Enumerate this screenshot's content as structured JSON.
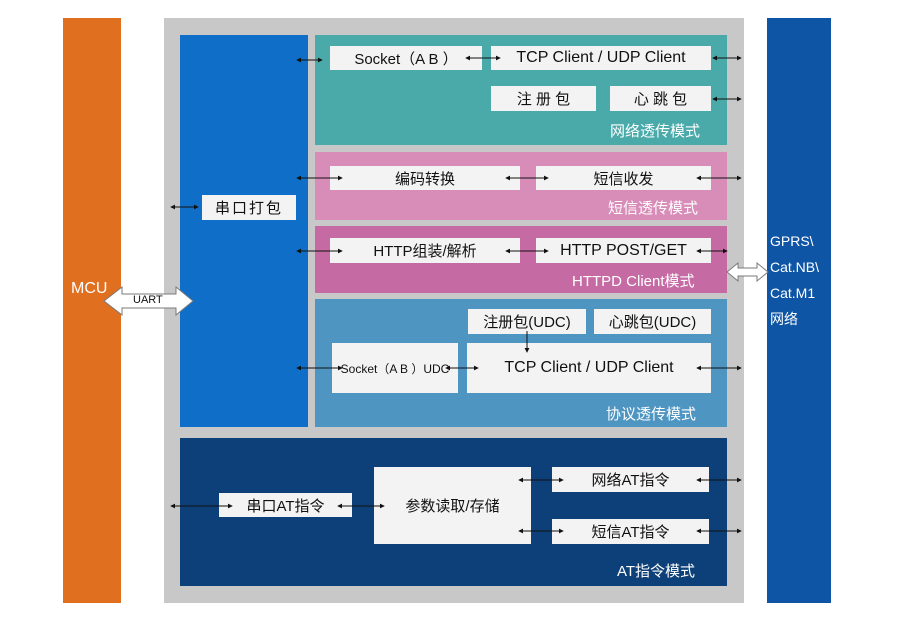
{
  "mcu": {
    "label": "MCU"
  },
  "uart": {
    "label": "UART"
  },
  "network": {
    "lines": [
      "GPRS\\",
      "Cat.NB\\",
      "Cat.M1",
      "网络"
    ]
  },
  "serial_pack": {
    "label": "串口打包"
  },
  "net_transparent": {
    "socket": "Socket（A B ）",
    "tcp_udp": "TCP Client / UDP Client",
    "register": "注 册 包",
    "heartbeat": "心 跳 包",
    "title": "网络透传模式"
  },
  "sms_transparent": {
    "encode": "编码转换",
    "sms": "短信收发",
    "title": "短信透传模式"
  },
  "httpd": {
    "assemble": "HTTP组装/解析",
    "postget": "HTTP POST/GET",
    "title": "HTTPD Client模式"
  },
  "protocol": {
    "register": "注册包(UDC)",
    "heartbeat": "心跳包(UDC)",
    "socket": "Socket（A B ）UDC",
    "tcp_udp": "TCP Client / UDP Client",
    "title": "协议透传模式"
  },
  "at_mode": {
    "serial_at": "串口AT指令",
    "params": "参数读取/存储",
    "net_at": "网络AT指令",
    "sms_at": "短信AT指令",
    "title": "AT指令模式"
  },
  "colors": {
    "mcu": "#e07020",
    "network": "#0f55a5",
    "frame": "#c8c8c8",
    "serial_col": "#0f6fc8",
    "teal": "#4aaaaa",
    "pink_light": "#d88cb8",
    "pink_dark": "#c66aa4",
    "blue_mid": "#4e95c2",
    "navy": "#0d3f78"
  }
}
